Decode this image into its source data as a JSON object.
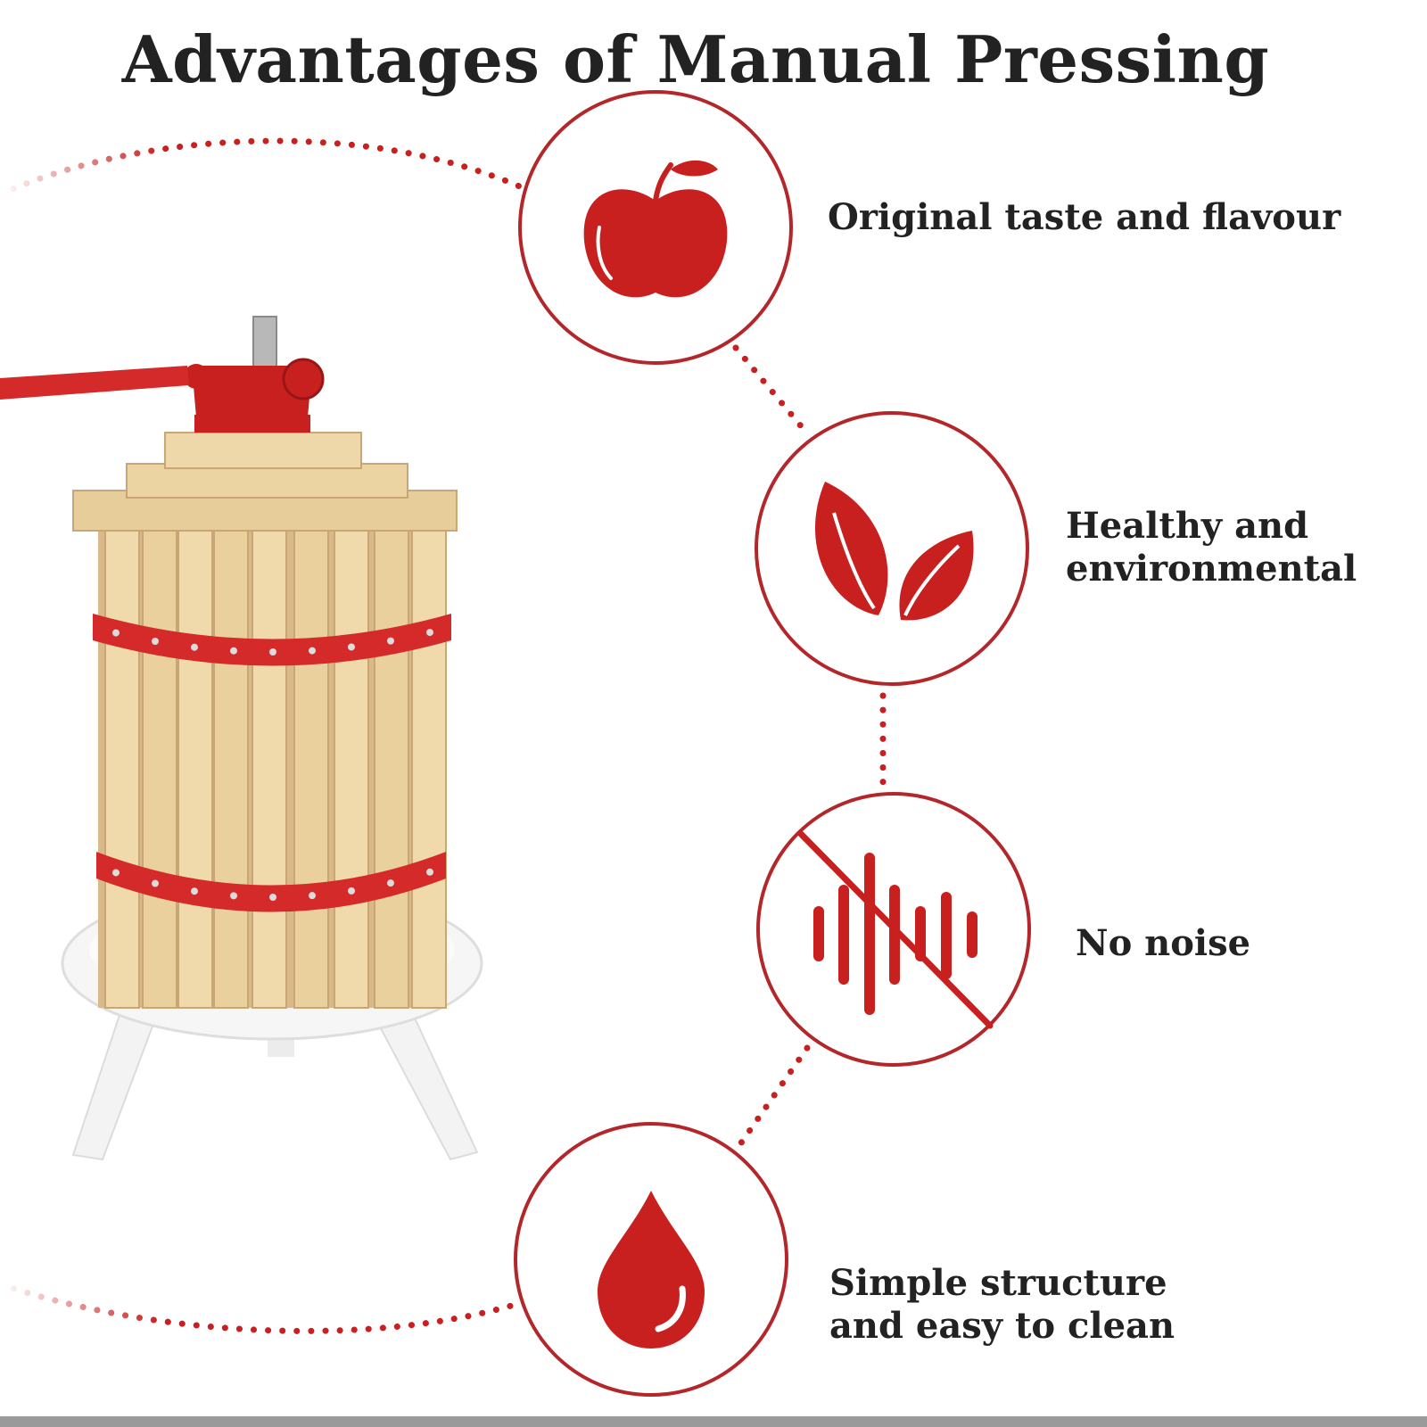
{
  "title": "Advantages of Manual Pressing",
  "colors": {
    "accent_red": "#c8201f",
    "ring_red": "#b3262a",
    "wood": "#e9cf9c",
    "wood_dark": "#c9a774",
    "band_red": "#d42a2a",
    "base_white": "#f2f2f2",
    "text": "#222222"
  },
  "features": [
    {
      "icon": "apple-icon",
      "lines": [
        "Original taste and flavour"
      ]
    },
    {
      "icon": "leaves-icon",
      "lines": [
        "Healthy and",
        "environmental"
      ]
    },
    {
      "icon": "no-sound-icon",
      "lines": [
        "No noise"
      ]
    },
    {
      "icon": "water-drop-icon",
      "lines": [
        "Simple structure",
        "and easy to clean"
      ]
    }
  ]
}
